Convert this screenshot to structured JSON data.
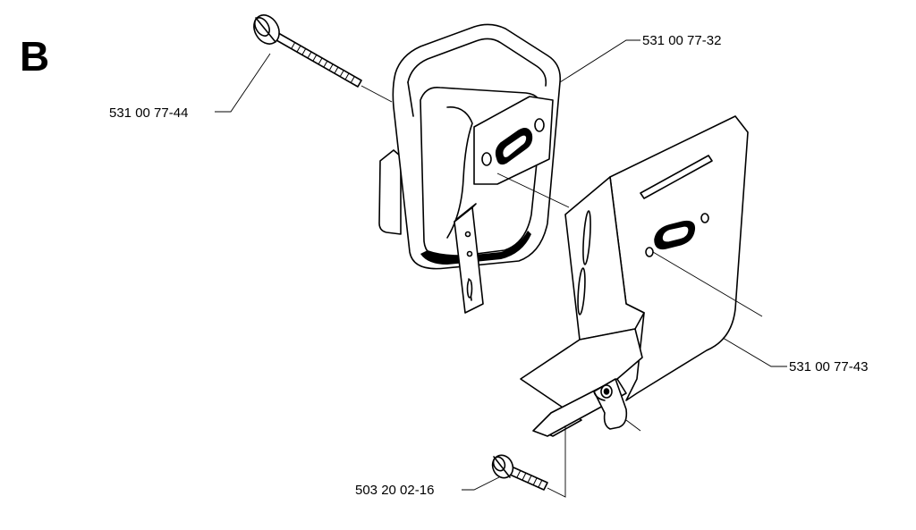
{
  "section": "B",
  "parts": [
    {
      "part_number": "531 00 77-44"
    },
    {
      "part_number": "531 00 77-32"
    },
    {
      "part_number": "531 00 77-43"
    },
    {
      "part_number": "503 20 02-16"
    }
  ]
}
